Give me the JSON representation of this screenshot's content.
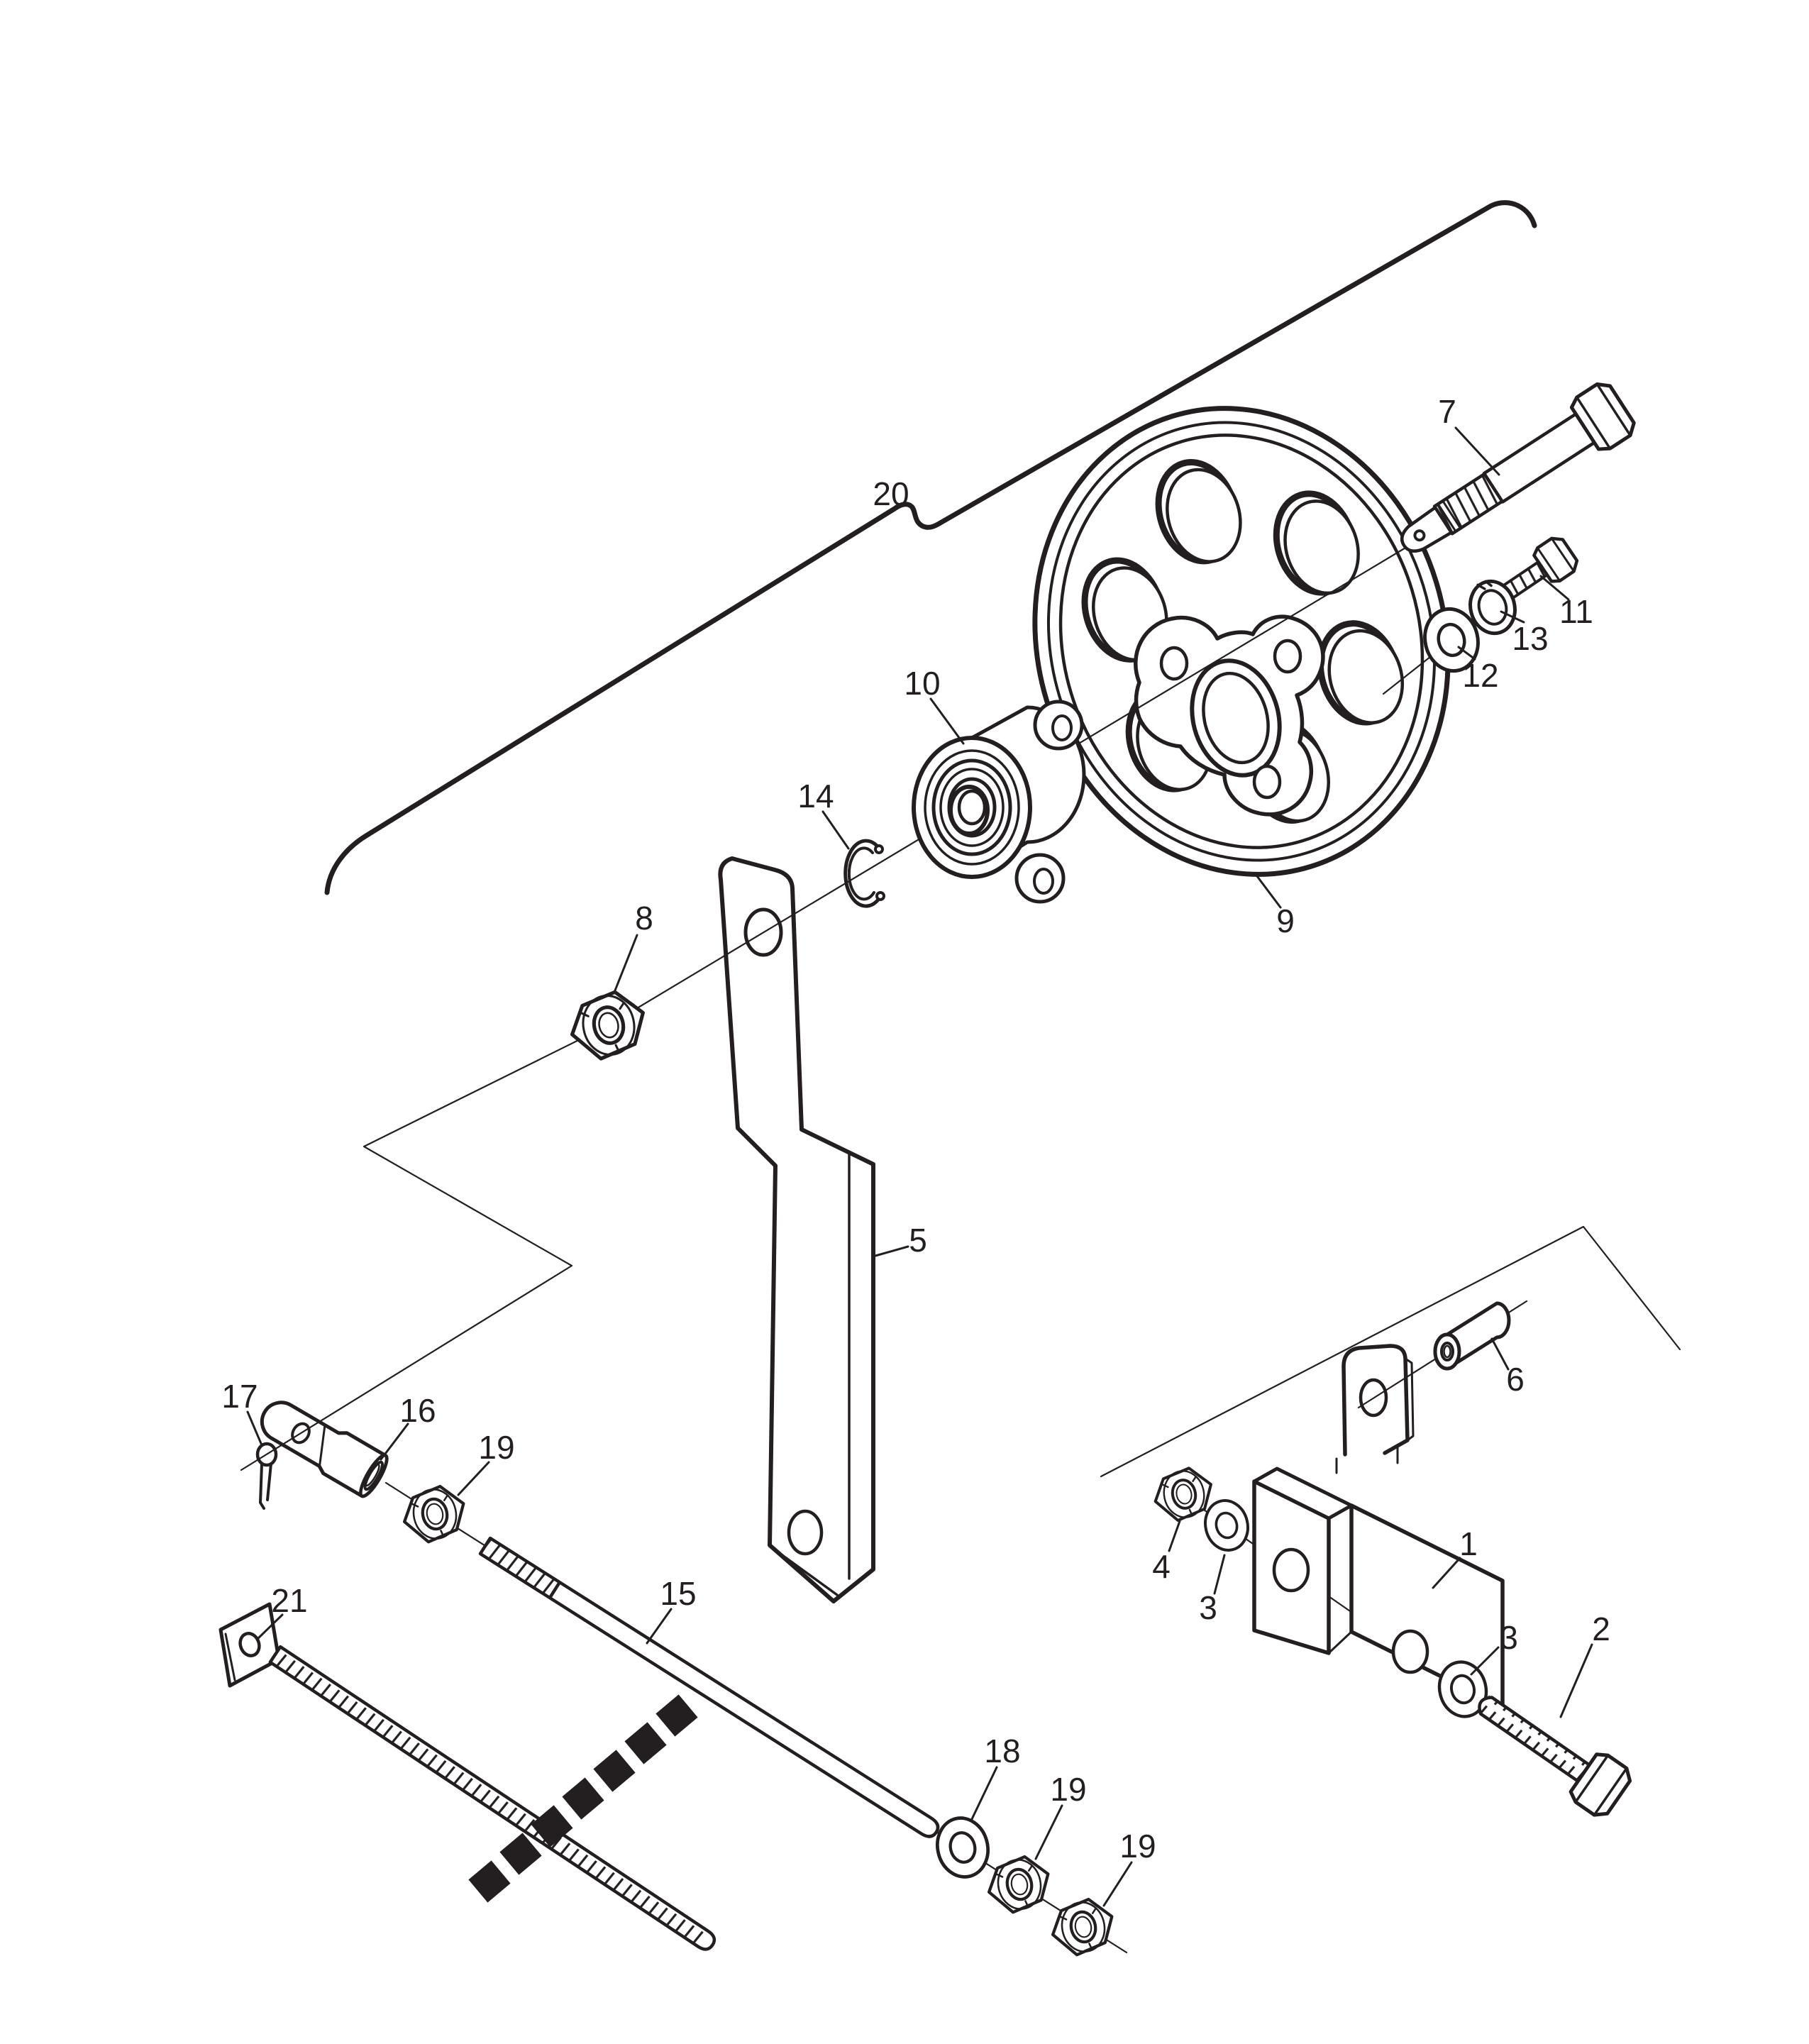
{
  "page": {
    "background": "#ffffff",
    "ink_color": "#231f20"
  },
  "diagram": {
    "kind": "exploded-parts-diagram",
    "subject": "idler-pulley-and-linkage-assembly"
  },
  "callouts": [
    {
      "label": "1",
      "part": "mounting-bracket"
    },
    {
      "label": "2",
      "part": "hex-bolt-long"
    },
    {
      "label": "3",
      "part": "flat-washer-left"
    },
    {
      "label": "3",
      "part": "flat-washer-right"
    },
    {
      "label": "4",
      "part": "lock-nut-small"
    },
    {
      "label": "5",
      "part": "idler-arm"
    },
    {
      "label": "6",
      "part": "spacer"
    },
    {
      "label": "7",
      "part": "shoulder-bolt"
    },
    {
      "label": "8",
      "part": "lock-nut-large"
    },
    {
      "label": "9",
      "part": "pulley"
    },
    {
      "label": "10",
      "part": "bearing-hub"
    },
    {
      "label": "11",
      "part": "hex-bolt-small"
    },
    {
      "label": "12",
      "part": "flat-washer-pulley"
    },
    {
      "label": "13",
      "part": "lock-washer"
    },
    {
      "label": "14",
      "part": "snap-ring"
    },
    {
      "label": "15",
      "part": "control-rod"
    },
    {
      "label": "16",
      "part": "clevis-rod-end"
    },
    {
      "label": "17",
      "part": "cotter-pin"
    },
    {
      "label": "18",
      "part": "flat-washer-rod"
    },
    {
      "label": "19",
      "part": "hex-nut-clevis"
    },
    {
      "label": "19",
      "part": "hex-nut-rod-1"
    },
    {
      "label": "19",
      "part": "hex-nut-rod-2"
    },
    {
      "label": "20",
      "part": "belt"
    },
    {
      "label": "21",
      "part": "threaded-rod"
    }
  ]
}
